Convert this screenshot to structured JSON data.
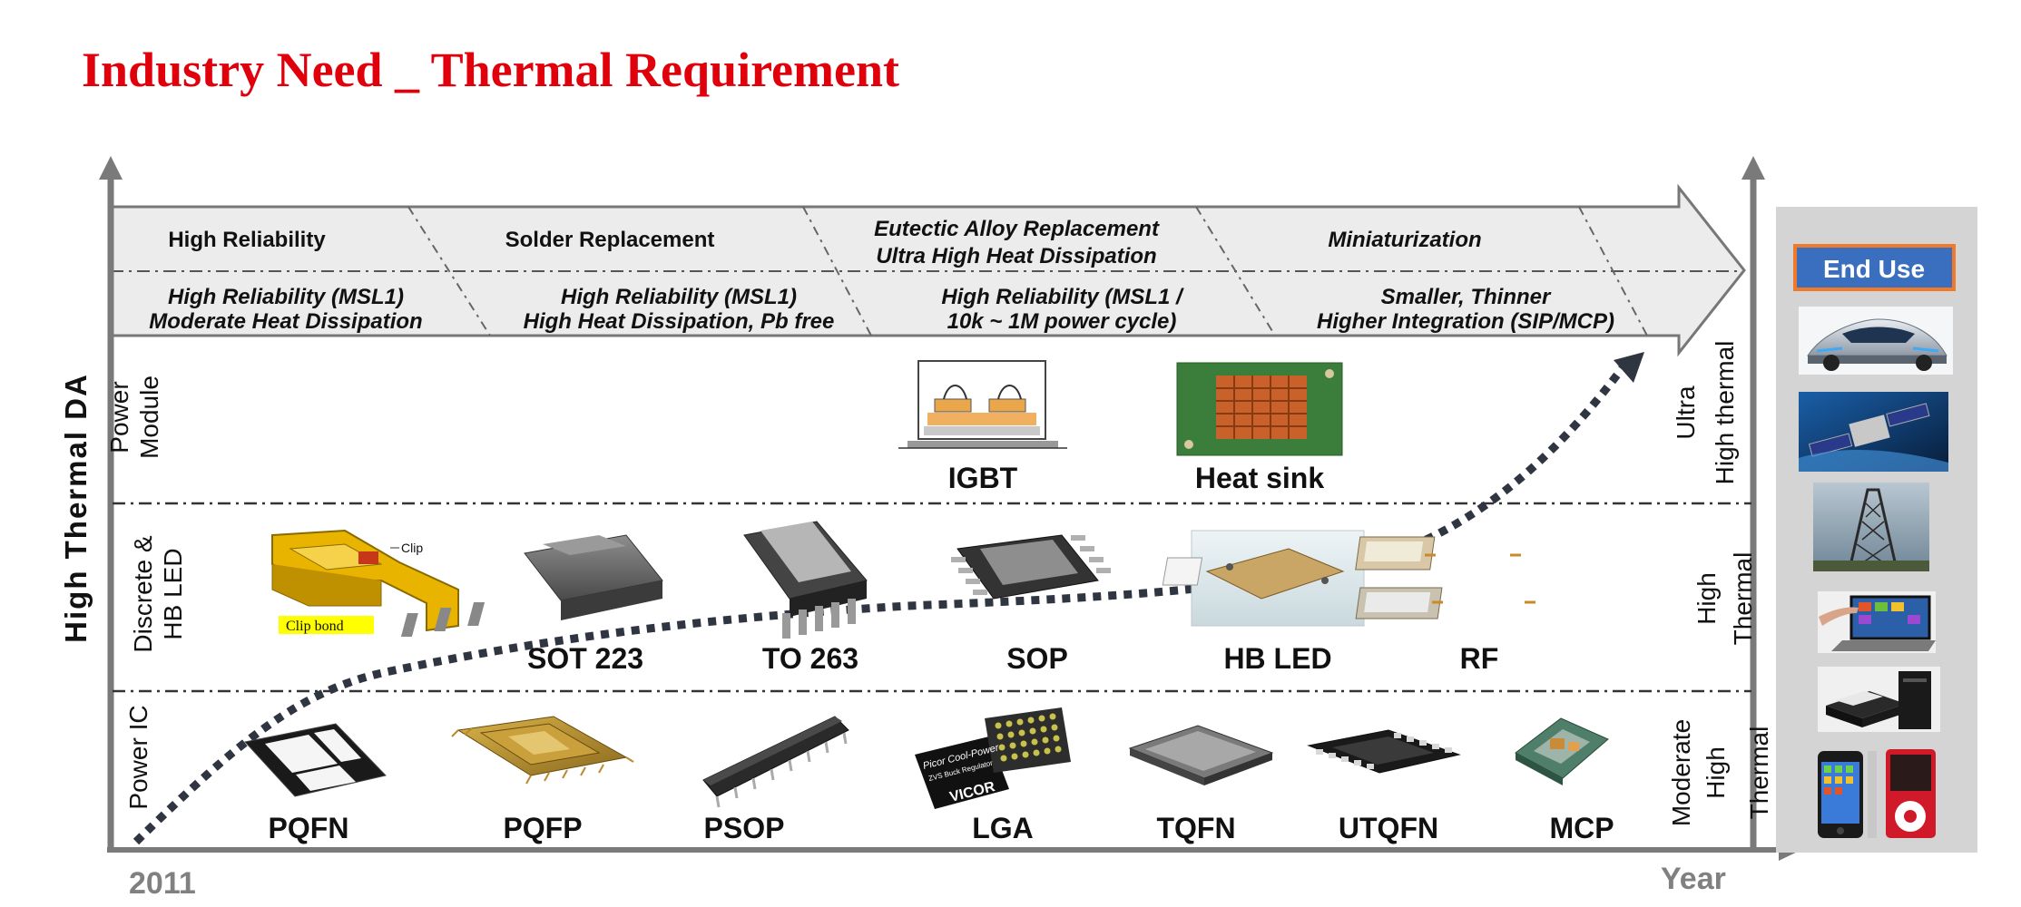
{
  "title": "Industry Need _ Thermal Requirement",
  "axes": {
    "y_label": "High Thermal DA",
    "x_start": "2011",
    "x_label": "Year"
  },
  "trend_header": {
    "top_row": [
      "High Reliability",
      "Solder Replacement",
      "Eutectic Alloy Replacement",
      "Ultra High Heat Dissipation",
      "Miniaturization"
    ],
    "bottom_row": [
      "High Reliability (MSL1)",
      "Moderate Heat Dissipation",
      "High Reliability (MSL1)",
      "High Heat Dissipation, Pb free",
      "High Reliability (MSL1 /",
      "10k ~ 1M power cycle)",
      "Smaller, Thinner",
      "Higher Integration (SIP/MCP)"
    ]
  },
  "rows": [
    {
      "label_lines": [
        "Power",
        "Module"
      ],
      "thermal_lines": [
        "Ultra",
        "High thermal"
      ]
    },
    {
      "label_lines": [
        "Discrete &",
        "HB LED"
      ],
      "thermal_lines": [
        "High",
        "Thermal"
      ]
    },
    {
      "label_lines": [
        "Power IC"
      ],
      "thermal_lines": [
        "Moderate",
        "High",
        "Thermal"
      ]
    }
  ],
  "packages": {
    "power_module": [
      "IGBT",
      "Heat sink"
    ],
    "discrete": [
      "SOT 223",
      "TO 263",
      "SOP",
      "HB LED",
      "RF"
    ],
    "power_ic": [
      "PQFN",
      "PQFP",
      "PSOP",
      "LGA",
      "TQFN",
      "UTQFN",
      "MCP"
    ]
  },
  "image_labels": {
    "clip": "Clip",
    "clip_bond": "Clip bond",
    "lga_brand": "VICOR",
    "lga_line1": "Picor Cool-Power",
    "lga_line2": "ZVS Buck Regulator"
  },
  "end_use": {
    "title": "End Use",
    "items": [
      "car-image",
      "satellite-image",
      "tower-image",
      "laptop-image",
      "printer-pc-image",
      "phone-image"
    ]
  },
  "colors": {
    "title": "#e0000b",
    "end_use_button": "#3a6fc0",
    "end_use_border": "#f07a2a",
    "trend_arrow": "#2f3541",
    "axis": "#7a7a7a"
  }
}
